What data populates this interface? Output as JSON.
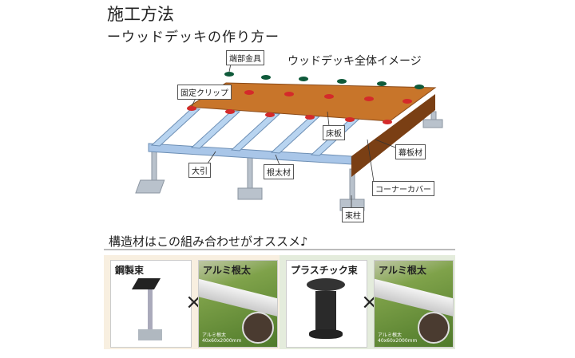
{
  "title": "施工方法",
  "subtitle": "ーウッドデッキの作り方ー",
  "diagram": {
    "image_title": "ウッドデッキ全体イメージ",
    "labels": {
      "end_fitting": "端部金具",
      "fixing_clip": "固定クリップ",
      "floorboard": "床板",
      "fascia": "幕板材",
      "sleeper": "大引",
      "joist": "根太材",
      "corner_cover": "コーナーカバー",
      "post": "束柱"
    }
  },
  "recommend": {
    "heading": "構造材はこの組み合わせがオススメ♪",
    "combos": [
      {
        "post": "鋼製束",
        "joist": "アルミ根太",
        "joist_caption_1": "アルミ根太",
        "joist_caption_2": "40x60x2000mm",
        "times": "×"
      },
      {
        "post": "プラスチック束",
        "joist": "アルミ根太",
        "joist_caption_1": "アルミ根太",
        "joist_caption_2": "40x60x2000mm",
        "times": "×"
      }
    ]
  },
  "colors": {
    "deck": "#c8752a",
    "clip": "#d42a2a",
    "end": "#0f5a3a",
    "left_panel": "#f8efe0",
    "right_panel": "#e4ecdc"
  }
}
